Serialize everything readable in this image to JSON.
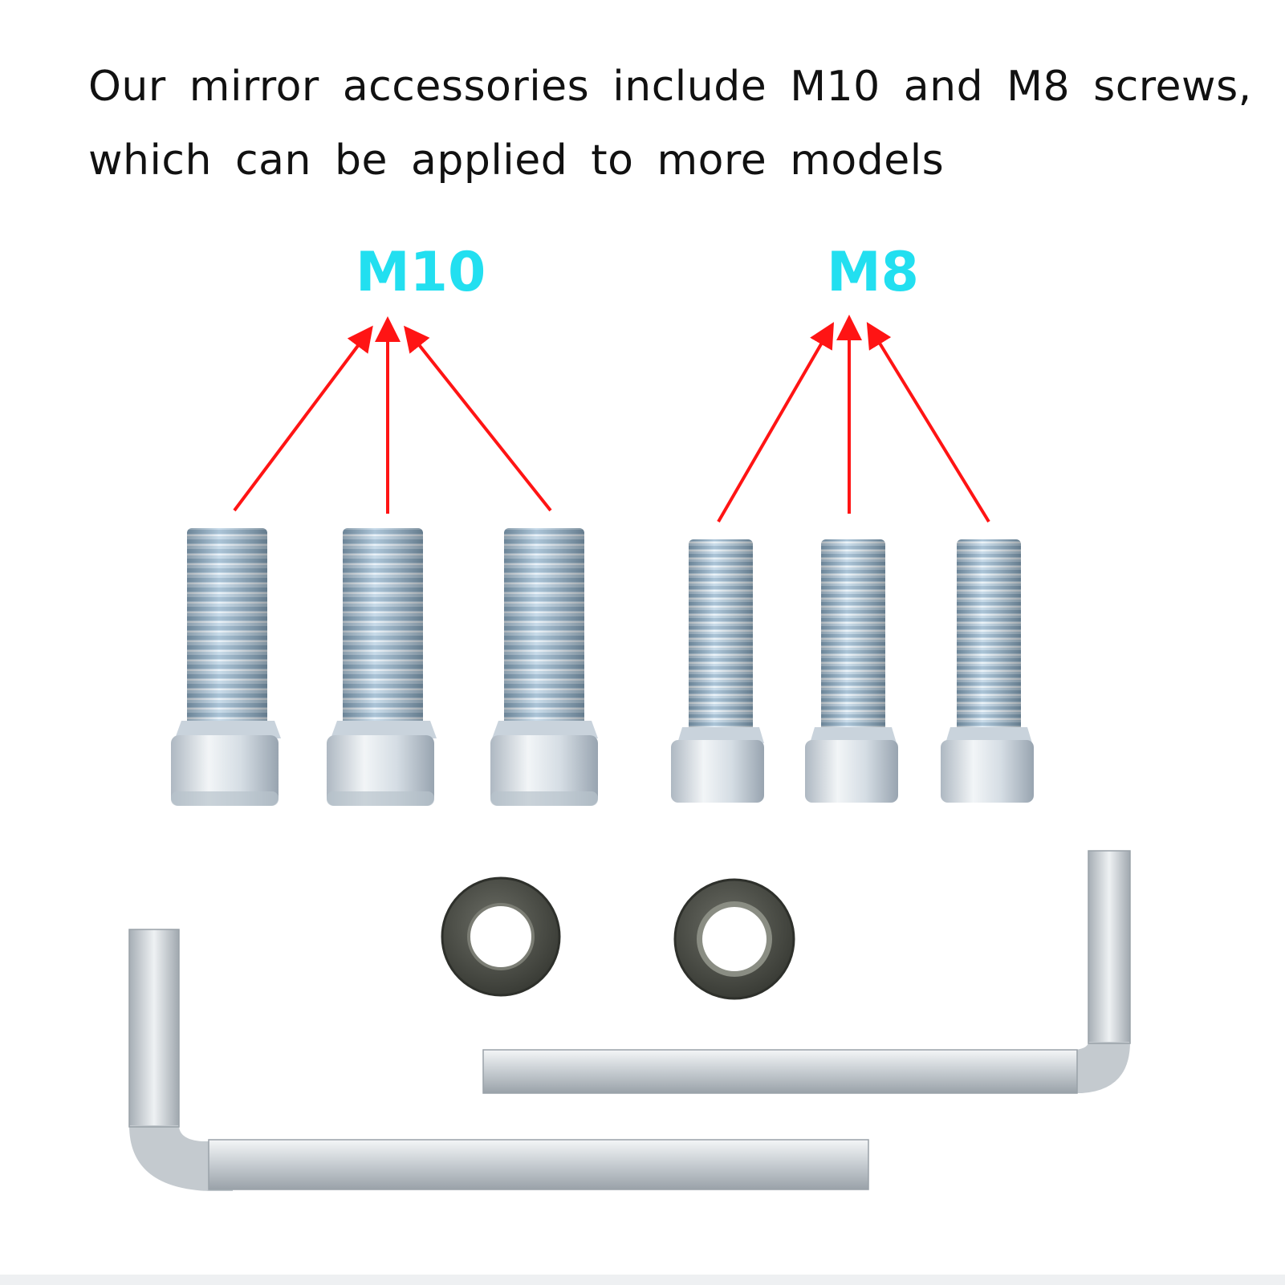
{
  "headline": {
    "line1": "Our mirror accessories include M10 and M8 screws,",
    "line2": "which can be applied to more models"
  },
  "labels": {
    "m10": "M10",
    "m8": "M8"
  },
  "colors": {
    "label": "#22dff0",
    "arrow": "#ff1414",
    "thread": "#a9c6dc",
    "head": "#d9e1e8",
    "washer": "#54564e",
    "wrench": "#d6dadd"
  },
  "items": {
    "screws_m10": 3,
    "screws_m8": 3,
    "washers": 2,
    "hex_keys": 2
  }
}
